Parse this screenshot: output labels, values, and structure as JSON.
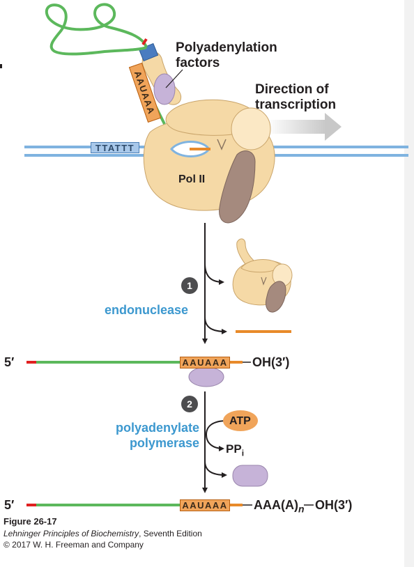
{
  "labels": {
    "polyadenylation_factors": [
      "Polyadenylation",
      "factors"
    ],
    "direction": [
      "Direction of",
      "transcription"
    ],
    "tattt": "TTATTT",
    "aauaaa": "AAUAAA",
    "pol_ii": "Pol II",
    "endonuclease": "endonuclease",
    "atp": "ATP",
    "pp": "PP",
    "pp_sub": "i",
    "polyadenylate_polymerase": [
      "polyadenylate",
      "polymerase"
    ],
    "five_prime": "5′",
    "oh3": "OH(3′)",
    "aaa_prefix": "AAA(A)",
    "aaa_n": "n",
    "step1": "1",
    "step2": "2"
  },
  "caption": {
    "figure": "Figure 26-17",
    "book_title": "Lehninger Principles of Biochemistry",
    "book_edition": ", Seventh Edition",
    "copyright": "© 2017 W. H. Freeman and Company"
  },
  "colors": {
    "dna": "#7fb3e0",
    "rna": "#5cb85c",
    "cap": "#e02020",
    "aauaaa_fill": "#f0a45a",
    "cut_fragment": "#e88a2a",
    "pol_ii": "#f5d9a6",
    "pol_ii_shade": "#e8c48a",
    "ctd": "#a58a7e",
    "factor": "#c6b3d8",
    "factor_blue": "#4a7cc0",
    "step_circle": "#4d4d4f",
    "label_blue": "#3c98cf"
  }
}
